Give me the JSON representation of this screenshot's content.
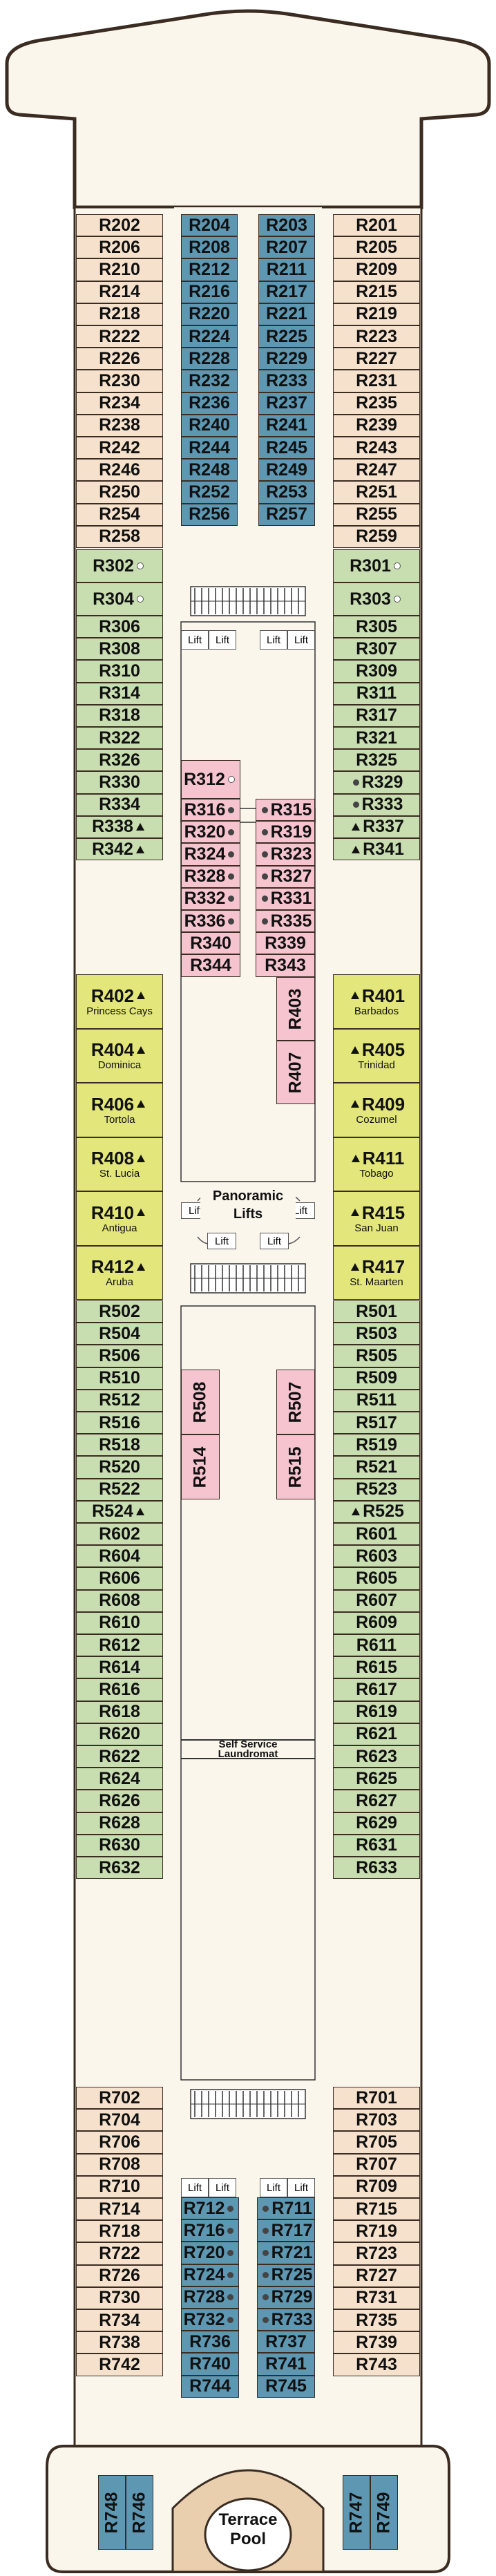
{
  "deck": {
    "left_outer": [
      {
        "n": "R202",
        "c": "tan"
      },
      {
        "n": "R206",
        "c": "tan"
      },
      {
        "n": "R210",
        "c": "tan"
      },
      {
        "n": "R214",
        "c": "tan"
      },
      {
        "n": "R218",
        "c": "tan"
      },
      {
        "n": "R222",
        "c": "tan"
      },
      {
        "n": "R226",
        "c": "tan"
      },
      {
        "n": "R230",
        "c": "tan"
      },
      {
        "n": "R234",
        "c": "tan"
      },
      {
        "n": "R238",
        "c": "tan"
      },
      {
        "n": "R242",
        "c": "tan"
      },
      {
        "n": "R246",
        "c": "tan"
      },
      {
        "n": "R250",
        "c": "tan"
      },
      {
        "n": "R254",
        "c": "tan"
      },
      {
        "n": "R258",
        "c": "tan"
      }
    ],
    "left_inner": [
      "R204",
      "R208",
      "R212",
      "R216",
      "R220",
      "R224",
      "R228",
      "R232",
      "R236",
      "R240",
      "R244",
      "R248",
      "R252",
      "R256"
    ],
    "right_inner": [
      "R203",
      "R207",
      "R211",
      "R217",
      "R221",
      "R225",
      "R229",
      "R233",
      "R237",
      "R241",
      "R245",
      "R249",
      "R253",
      "R257"
    ],
    "right_outer": [
      {
        "n": "R201"
      },
      {
        "n": "R205"
      },
      {
        "n": "R209"
      },
      {
        "n": "R215"
      },
      {
        "n": "R219"
      },
      {
        "n": "R223"
      },
      {
        "n": "R227"
      },
      {
        "n": "R231"
      },
      {
        "n": "R235"
      },
      {
        "n": "R239"
      },
      {
        "n": "R243"
      },
      {
        "n": "R247"
      },
      {
        "n": "R251"
      },
      {
        "n": "R255"
      },
      {
        "n": "R259"
      }
    ],
    "left_mid": [
      {
        "n": "R302",
        "c": "green",
        "h": 2,
        "mk": "odot"
      },
      {
        "n": "R304",
        "c": "green",
        "h": 2,
        "mk": "odot"
      },
      {
        "n": "R306",
        "c": "green"
      },
      {
        "n": "R308",
        "c": "green"
      },
      {
        "n": "R310",
        "c": "green"
      },
      {
        "n": "R314",
        "c": "green"
      },
      {
        "n": "R318",
        "c": "green"
      },
      {
        "n": "R322",
        "c": "green"
      },
      {
        "n": "R326",
        "c": "green"
      },
      {
        "n": "R330",
        "c": "green"
      },
      {
        "n": "R334",
        "c": "green"
      },
      {
        "n": "R338",
        "c": "green",
        "mk": "tri"
      },
      {
        "n": "R342",
        "c": "green",
        "mk": "tri"
      }
    ],
    "right_mid": [
      {
        "n": "R301",
        "c": "green",
        "h": 2,
        "mk": "odot"
      },
      {
        "n": "R303",
        "c": "green",
        "h": 2,
        "mk": "odot"
      },
      {
        "n": "R305",
        "c": "green"
      },
      {
        "n": "R307",
        "c": "green"
      },
      {
        "n": "R309",
        "c": "green"
      },
      {
        "n": "R311",
        "c": "green"
      },
      {
        "n": "R317",
        "c": "green"
      },
      {
        "n": "R321",
        "c": "green"
      },
      {
        "n": "R325",
        "c": "green"
      },
      {
        "n": "R329",
        "c": "green",
        "mk": "dot",
        "pre": true
      },
      {
        "n": "R333",
        "c": "green",
        "mk": "dot",
        "pre": true
      },
      {
        "n": "R337",
        "c": "green",
        "mk": "tri",
        "pre": true
      },
      {
        "n": "R341",
        "c": "green",
        "mk": "tri",
        "pre": true
      }
    ],
    "left_suites": [
      {
        "n": "R402",
        "sub": "Princess Cays"
      },
      {
        "n": "R404",
        "sub": "Dominica"
      },
      {
        "n": "R406",
        "sub": "Tortola"
      },
      {
        "n": "R408",
        "sub": "St. Lucia"
      },
      {
        "n": "R410",
        "sub": "Antigua"
      },
      {
        "n": "R412",
        "sub": "Aruba"
      }
    ],
    "right_suites": [
      {
        "n": "R401",
        "sub": "Barbados"
      },
      {
        "n": "R405",
        "sub": "Trinidad"
      },
      {
        "n": "R409",
        "sub": "Cozumel"
      },
      {
        "n": "R411",
        "sub": "Tobago"
      },
      {
        "n": "R415",
        "sub": "San Juan"
      },
      {
        "n": "R417",
        "sub": "St. Maarten"
      }
    ],
    "center_pink_left": [
      {
        "n": "R312",
        "mk": "odot"
      },
      {
        "n": "R316",
        "mk": "dot"
      },
      {
        "n": "R320",
        "mk": "dot"
      },
      {
        "n": "R324",
        "mk": "dot"
      },
      {
        "n": "R328",
        "mk": "dot"
      },
      {
        "n": "R332",
        "mk": "dot"
      },
      {
        "n": "R336",
        "mk": "dot"
      },
      {
        "n": "R340"
      },
      {
        "n": "R344"
      }
    ],
    "center_pink_right": [
      {
        "n": "R315",
        "mk": "dot"
      },
      {
        "n": "R319",
        "mk": "dot"
      },
      {
        "n": "R323",
        "mk": "dot"
      },
      {
        "n": "R327",
        "mk": "dot"
      },
      {
        "n": "R331",
        "mk": "dot"
      },
      {
        "n": "R335",
        "mk": "dot"
      },
      {
        "n": "R339"
      },
      {
        "n": "R343"
      }
    ],
    "center_vertical": [
      "R403",
      "R407",
      "R508",
      "R514",
      "R507",
      "R515"
    ],
    "left_lower": [
      "R502",
      "R504",
      "R506",
      "R510",
      "R512",
      "R516",
      "R518",
      "R520",
      "R522",
      "R524",
      "R602",
      "R604",
      "R606",
      "R608",
      "R610",
      "R612",
      "R614",
      "R616",
      "R618",
      "R620",
      "R622",
      "R624",
      "R626",
      "R628",
      "R630",
      "R632"
    ],
    "right_lower": [
      "R501",
      "R503",
      "R505",
      "R509",
      "R511",
      "R517",
      "R519",
      "R521",
      "R523",
      "R525",
      "R601",
      "R603",
      "R605",
      "R607",
      "R609",
      "R611",
      "R615",
      "R617",
      "R619",
      "R621",
      "R623",
      "R625",
      "R627",
      "R629",
      "R631",
      "R633"
    ],
    "left_aft": [
      "R702",
      "R704",
      "R706",
      "R708",
      "R710",
      "R714",
      "R718",
      "R722",
      "R726",
      "R730",
      "R734",
      "R738",
      "R742"
    ],
    "right_aft": [
      "R701",
      "R703",
      "R705",
      "R707",
      "R709",
      "R715",
      "R719",
      "R723",
      "R727",
      "R731",
      "R735",
      "R739",
      "R743"
    ],
    "left_aft_inner": [
      "R712",
      "R716",
      "R720",
      "R724",
      "R728",
      "R732",
      "R736",
      "R740",
      "R744"
    ],
    "right_aft_inner": [
      "R711",
      "R717",
      "R721",
      "R725",
      "R729",
      "R733",
      "R737",
      "R741",
      "R745"
    ],
    "stern_cabins": [
      "R748",
      "R746",
      "R747",
      "R749"
    ],
    "labels": {
      "lift": "Lift",
      "panoramic": "Panoramic",
      "lifts": "Lifts",
      "laundry_1": "Self Service",
      "laundry_2": "Laundromat",
      "pool_1": "Terrace",
      "pool_2": "Pool"
    },
    "colors": {
      "tan": "#f6e2cc",
      "green": "#c8ddb0",
      "blue": "#5e97b2",
      "pink": "#f5c4cf",
      "yellow": "#e3e67a"
    }
  }
}
